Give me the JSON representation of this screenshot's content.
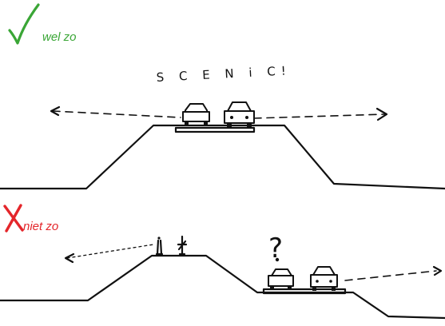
{
  "top_panel": {
    "verdict_label": "wel zo",
    "verdict_color": "#3aa636",
    "verdict_icon": "checkmark-icon",
    "annotation": "S C E N i C!"
  },
  "bottom_panel": {
    "verdict_label": "niet zo",
    "verdict_color": "#e4262b",
    "verdict_icon": "cross-icon",
    "annotation": "?"
  }
}
